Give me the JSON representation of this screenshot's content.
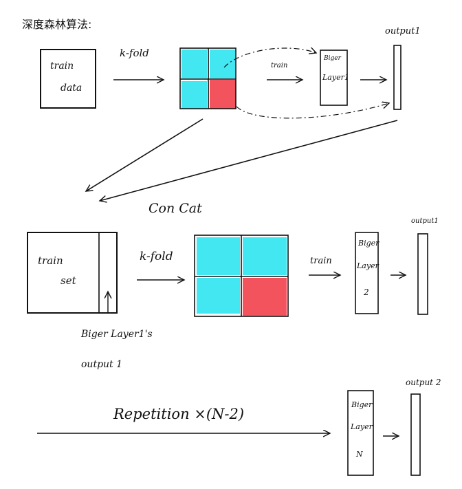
{
  "title": "深度森林算法:",
  "colors": {
    "cyan": "#22e3ee",
    "red": "#f2404a",
    "ink": "#111111"
  },
  "row1": {
    "box_line1": "train",
    "box_line2": "data",
    "kfold": "k-fold",
    "train": "train",
    "layer_line1": "Biger",
    "layer_line2": "Layer1",
    "output": "output1"
  },
  "concat": "Con Cat",
  "row2": {
    "box_line1": "train",
    "box_line2": "set",
    "kfold": "k-fold",
    "train": "train",
    "layer_line1": "Biger",
    "layer_line2": "Layer",
    "layer_line3": "2",
    "output": "output1",
    "note_line1": "Biger Layer1's",
    "note_line2": "output 1"
  },
  "row3": {
    "repetition": "Repetition ×(N-2)",
    "layer_line1": "Biger",
    "layer_line2": "Layer",
    "layer_line3": "N",
    "output": "output 2"
  }
}
